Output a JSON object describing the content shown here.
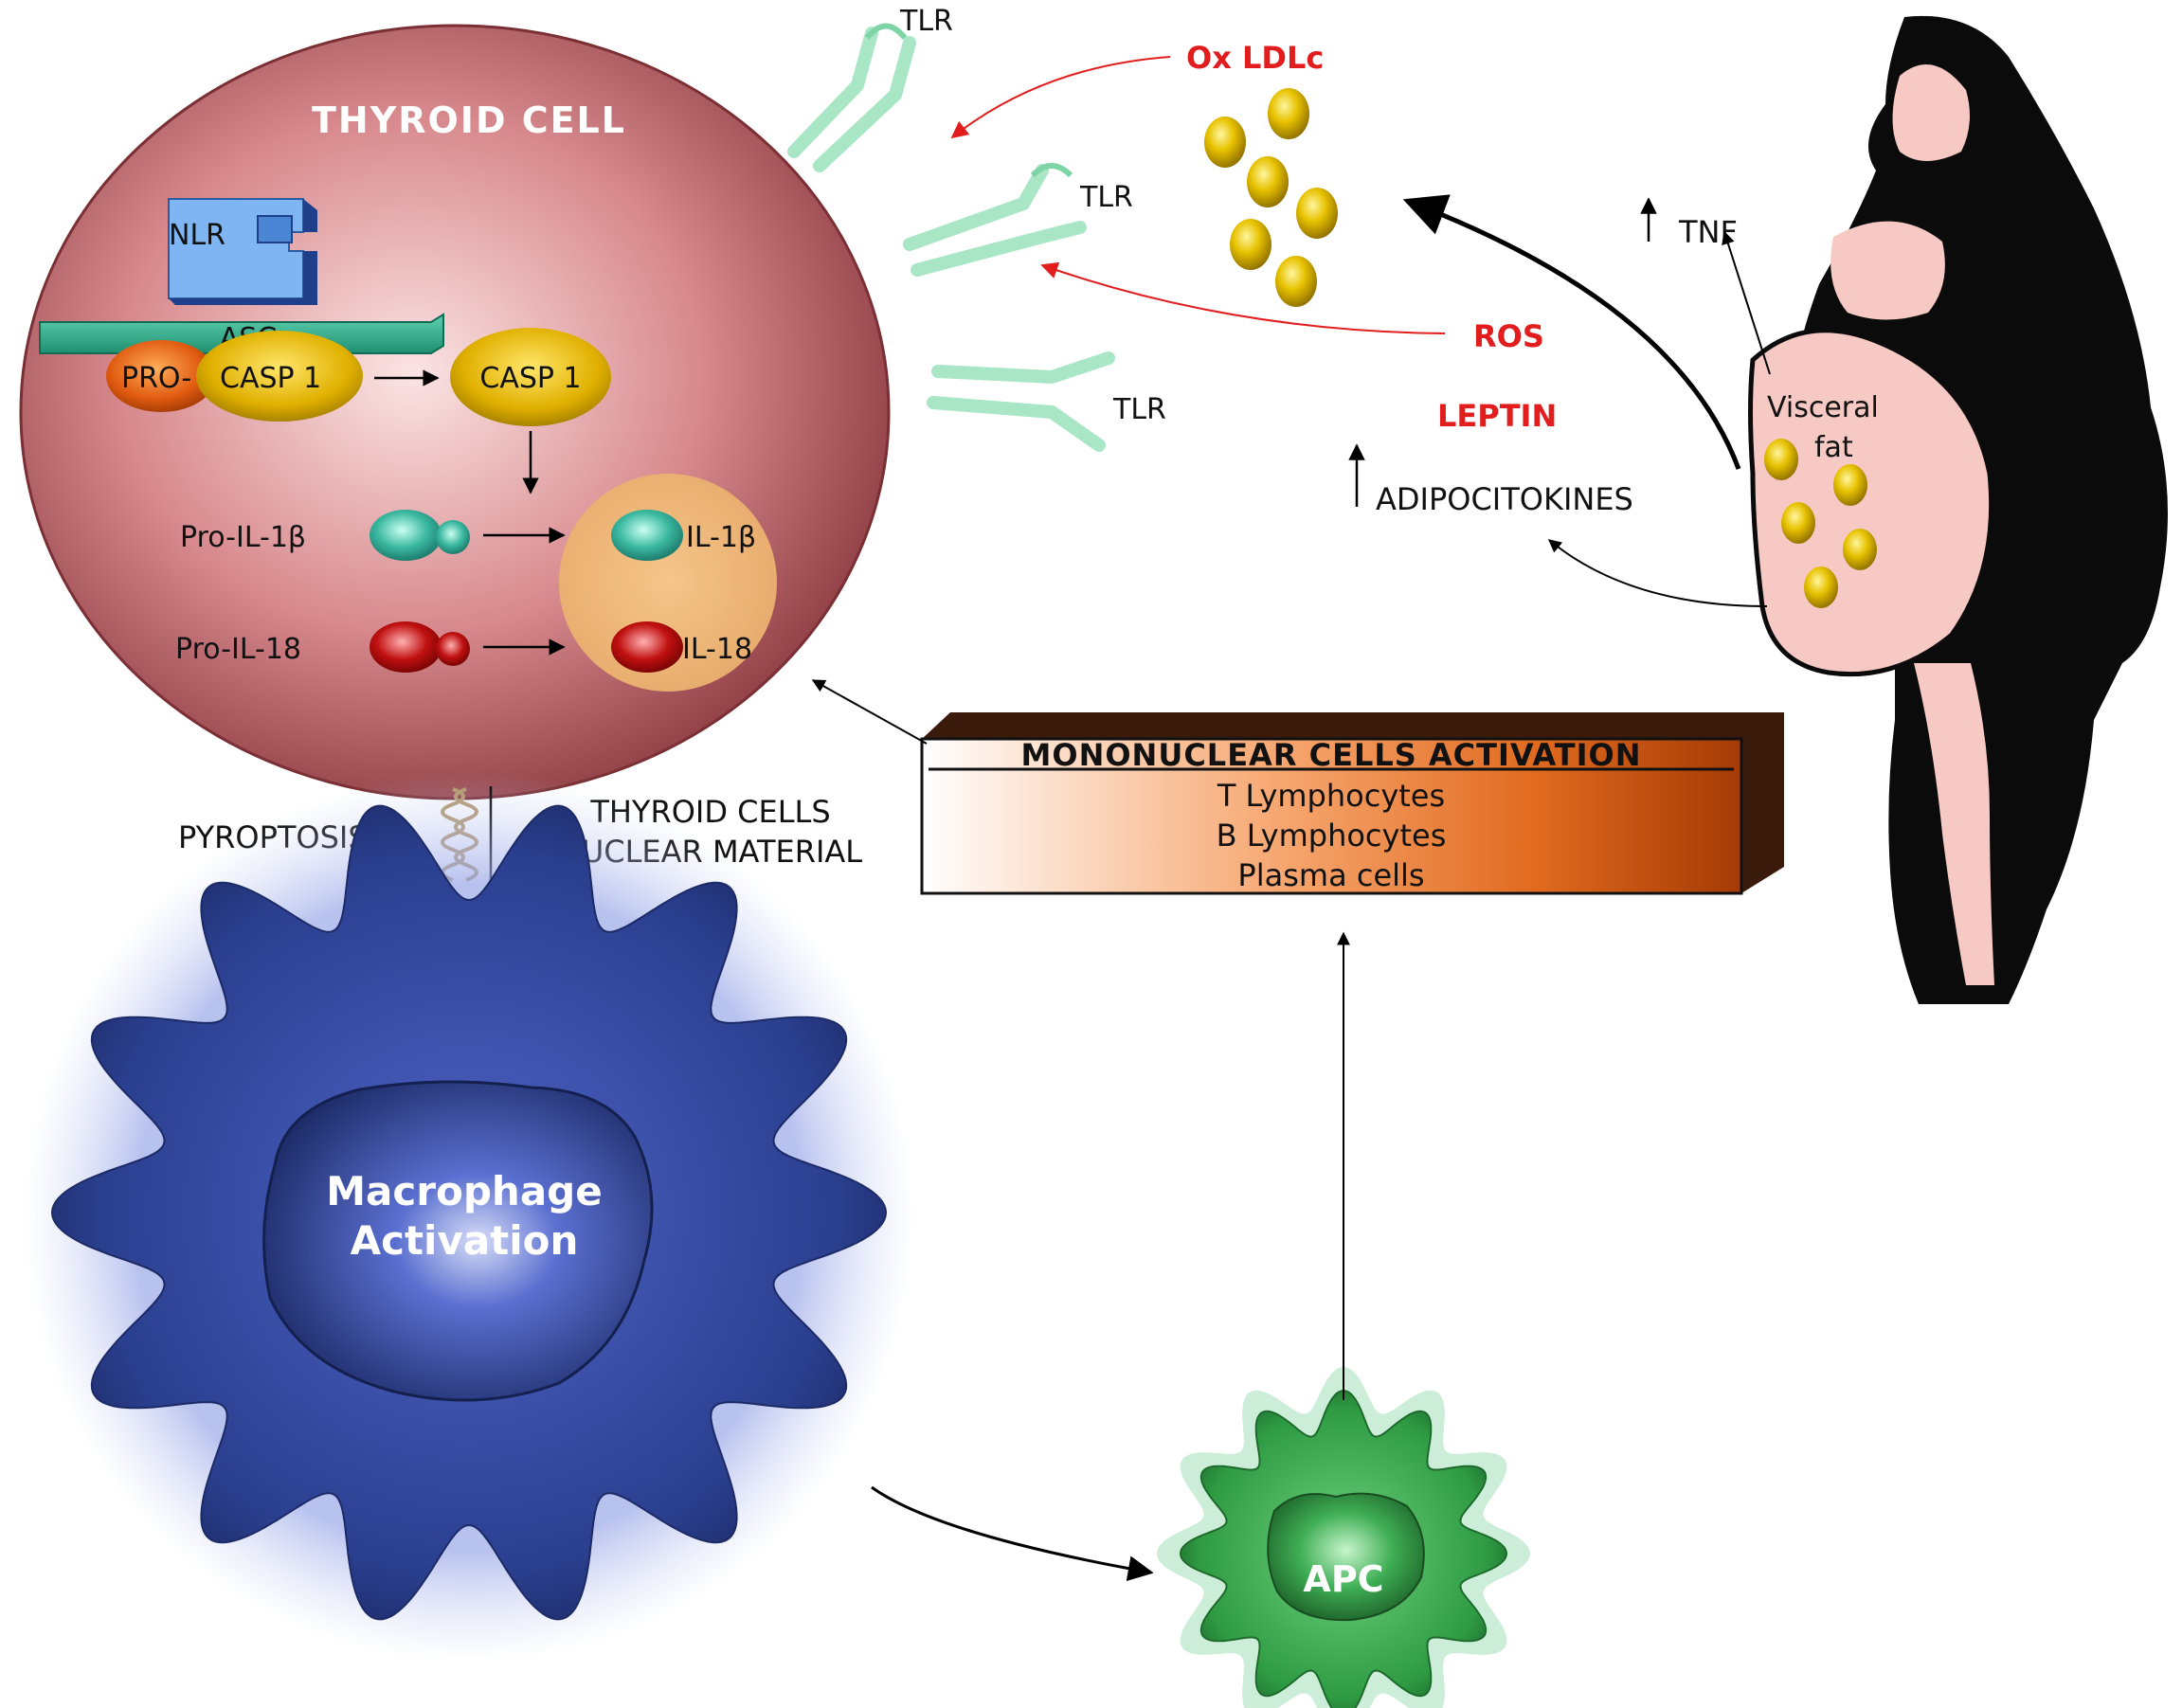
{
  "thyroid_cell": {
    "title": "THYROID CELL",
    "nlr": "NLR",
    "asc": "ASC",
    "pro": "PRO-",
    "casp1_pro": "CASP 1",
    "casp1": "CASP 1",
    "pro_il1b": "Pro-IL-1β",
    "il1b": "IL-1β",
    "pro_il18": "Pro-IL-18",
    "il18": "IL-18"
  },
  "receptors": {
    "tlr_1": "TLR",
    "tlr_2": "TLR",
    "tlr_3": "TLR"
  },
  "mediators": {
    "oxldl": "Ox LDLc",
    "ros": "ROS",
    "leptin": "LEPTIN",
    "tnf": "TNF",
    "adipocitokines": "ADIPOCITOKINES"
  },
  "obese_figure": {
    "visceral": "Visceral",
    "fat": "fat"
  },
  "pyroptosis": {
    "label": "PYROPTOSIS",
    "material_line1": "THYROID CELLS",
    "material_line2": "NUCLEAR MATERIAL"
  },
  "mononuclear_box": {
    "title": "MONONUCLEAR CELLS ACTIVATION",
    "items": [
      "T Lymphocytes",
      "B Lymphocytes",
      "Plasma cells"
    ]
  },
  "macrophage": {
    "line1": "Macrophage",
    "line2": "Activation"
  },
  "apc": {
    "label": "APC"
  },
  "colors": {
    "cell_edge": "#8b3a40",
    "cell_center": "#fbe3e3",
    "caspase_yellow": "#e0b000",
    "il1b_teal": "#3ab8a0",
    "il18_red": "#b81010",
    "accent_red": "#e11d1d",
    "macrophage_blue": "#2a3f8f",
    "apc_green": "#2e9b43",
    "skin_pink": "#f7c9c4",
    "tlr_green": "#a9e6c6"
  }
}
